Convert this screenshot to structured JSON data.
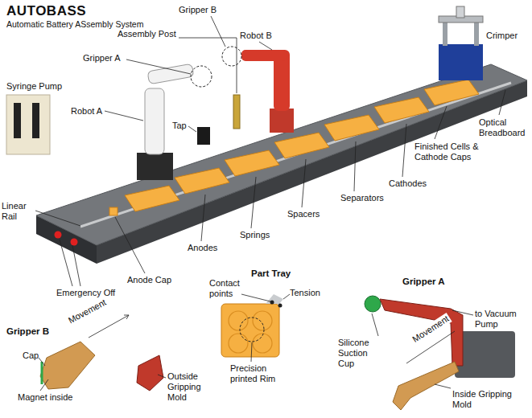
{
  "diagram": {
    "title": "AUTOBASS",
    "labels": [
      "Automatic Battery ASsembly System",
      "Gripper B",
      "Robot B",
      "Crimper",
      "Assembly Post",
      "Gripper A",
      "Syringe Pump",
      "Robot A",
      "Tap",
      "Optical Breadboard",
      "Finished Cells & Cathode Caps",
      "Cathodes",
      "Separators",
      "Spacers",
      "Springs",
      "Anodes",
      "Linear Rail",
      "Anode Cap",
      "Emergency Off",
      "Part Tray",
      "Contact points",
      "Tension",
      "Precision printed Rim",
      "Gripper B",
      "Movement",
      "Cap",
      "Magnet inside",
      "Outside Gripping Mold",
      "Gripper A",
      "Silicone Suction Cup",
      "to Vacuum Pump",
      "Movement",
      "Inside Gripping Mold"
    ]
  }
}
